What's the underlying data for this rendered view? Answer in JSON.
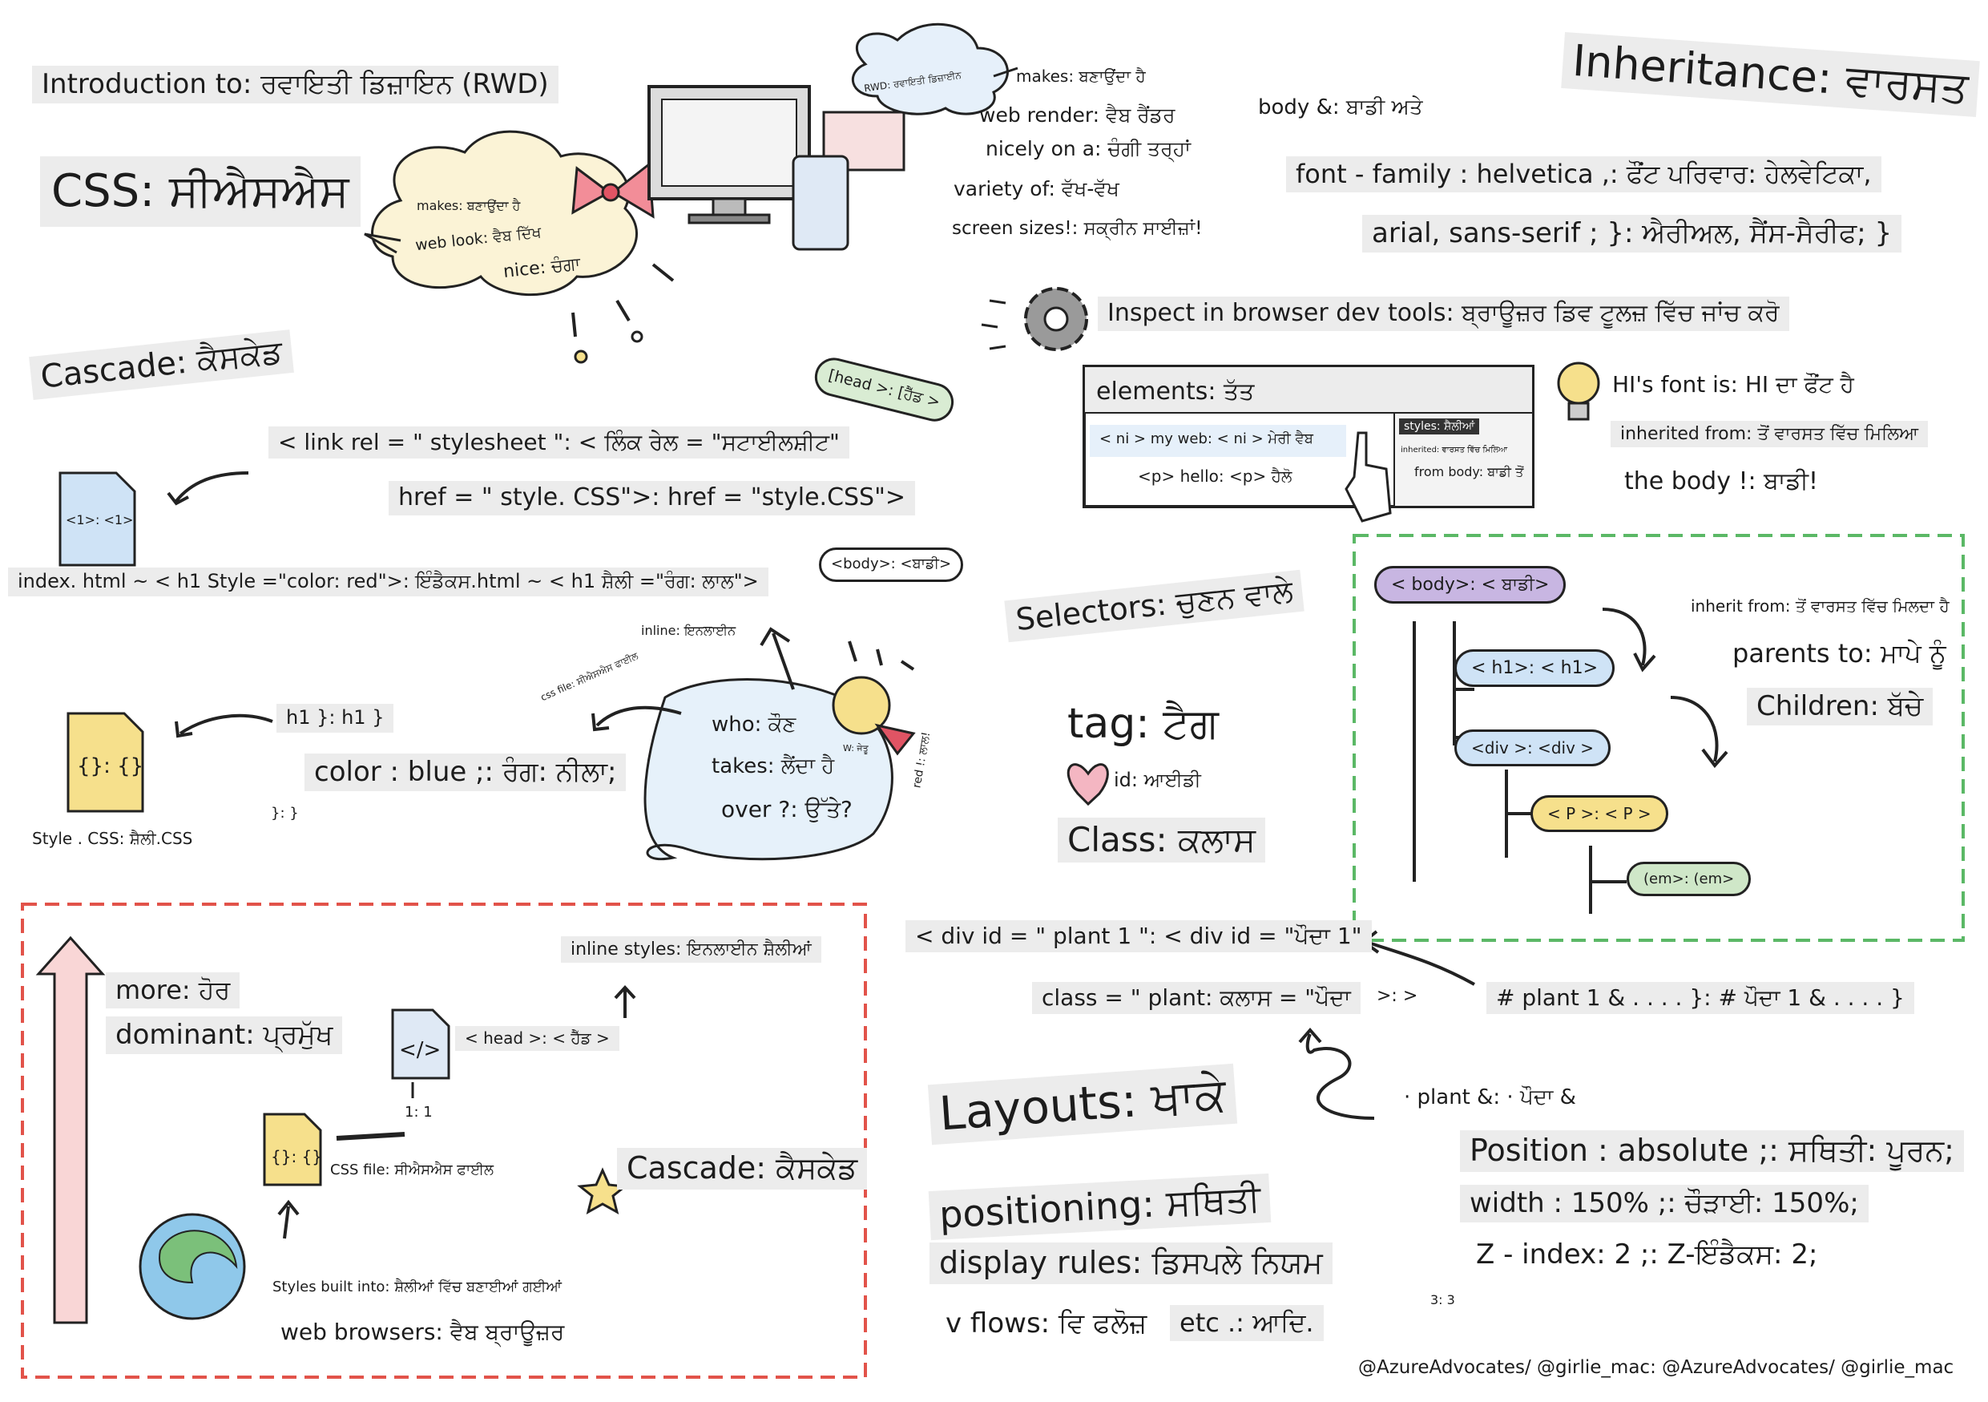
{
  "intro": {
    "title": "Introduction to: ਰਵਾਇਤੀ ਡਿਜ਼ਾਇਨ (RWD)"
  },
  "css_heading": "CSS: ਸੀਐਸਐਸ",
  "cloud_left": {
    "makes": "makes: ਬਣਾਉਂਦਾ ਹੈ",
    "web_look": "web look: ਵੈਬ ਦਿੱਖ",
    "nice": "nice: ਚੰਗਾ"
  },
  "cloud_right": {
    "rwd": "RWD: ਰਵਾਇਤੀ ਡਿਜ਼ਾਈਨ"
  },
  "rwd_notes": {
    "makes": "makes: ਬਣਾਉਂਦਾ ਹੈ",
    "web_render": "web render: ਵੈਬ ਰੈਂਡਰ",
    "nicely": "nicely on a: ਚੰਗੀ ਤਰ੍ਹਾਂ",
    "variety": "variety of: ਵੱਖ-ਵੱਖ",
    "screens": "screen sizes!: ਸਕ੍ਰੀਨ ਸਾਈਜ਼ਾਂ!"
  },
  "cascade": {
    "title": "Cascade: ਕੈਸਕੇਡ",
    "head_bubble": "[head >: [ਹੈੱਡ >",
    "link_rel": "< link rel = \" stylesheet \": < ਲਿੰਕ ਰੇਲ = \"ਸਟਾਈਲਸ਼ੀਟ\"",
    "href": "href = \" style. CSS\">: href = \"style.CSS\">",
    "file_h1": "<1>: <1>",
    "index_line": "index. html ~ < h1 Style =\"color: red\">: ਇੰਡੈਕਸ.html ~ < h1 ਸ਼ੈਲੀ =\"ਰੰਗ: ਲਾਲ\">",
    "body_bubble": "<body>: <ਬਾਡੀ>",
    "inline": "inline: ਇਨਲਾਈਨ",
    "css_file_small": "css file: ਸੀਐਸਐਸ ਫਾਈਲ",
    "file_css": "{}: {}",
    "style_css": "Style . CSS: ਸ਼ੈਲੀ.CSS",
    "h1_rule": "h1 }: h1 }",
    "color_rule": "color : blue ;: ਰੰਗ: ਨੀਲਾ;",
    "close_rule": "}: }",
    "who": "who: ਕੌਣ",
    "takes": "takes: ਲੈਂਦਾ ਹੈ",
    "over": "over ?: ਉੱਤੇ?",
    "winner": "W: ਜੇਤੂ",
    "red": "red !: ਲਾਲ!"
  },
  "dominance": {
    "more": "more: ਹੋਰ",
    "dominant": "dominant: ਪ੍ਰਮੁੱਖ",
    "inline_styles": "inline styles: ਇਨਲਾਈਨ ਸ਼ੈਲੀਆਂ",
    "head_tag": "< head >: < ਹੈੱਡ >",
    "html_icon": "</>",
    "ratio": "1: 1",
    "file_css": "{}: {}",
    "css_file": "CSS file: ਸੀਐਸਐਸ ਫਾਈਲ",
    "cascade": "Cascade: ਕੈਸਕੇਡ",
    "built_into": "Styles built into: ਸ਼ੈਲੀਆਂ ਵਿੱਚ ਬਣਾਈਆਂ ਗਈਆਂ",
    "browsers": "web browsers: ਵੈਬ ਬ੍ਰਾਊਜ਼ਰ"
  },
  "inheritance": {
    "title": "Inheritance: ਵਾਰਸਤ",
    "body": "body &: ਬਾਡੀ ਅਤੇ",
    "font_family": "font - family : helvetica ,: ਫੌਂਟ ਪਰਿਵਾਰ: ਹੇਲਵੇਟਿਕਾ,",
    "arial": "arial, sans-serif ; }: ਐਰੀਅਲ, ਸੈਂਸ-ਸੈਰੀਫ; }",
    "inspect": "Inspect in browser dev tools: ਬ੍ਰਾਊਜ਼ਰ ਡਿਵ ਟੂਲਜ਼ ਵਿੱਚ ਜਾਂਚ ਕਰੋ",
    "elements": "elements: ਤੱਤ",
    "ni_line": "< ni > my web: < ni > ਮੇਰੀ ਵੈਬ",
    "p_line": "<p> hello: <p> ਹੈਲੋ",
    "styles": "styles: ਸ਼ੈਲੀਆਂ",
    "inherited_small": "inherited: ਵਾਰਸਤ ਵਿੱਚ ਮਿਲਿਆ",
    "from_body": "from body: ਬਾਡੀ ਤੋਂ",
    "his_font": "HI's font is: HI ਦਾ ਫੌਂਟ ਹੈ",
    "inherited_from": "inherited from: ਤੋਂ ਵਾਰਸਤ ਵਿੱਚ ਮਿਲਿਆ",
    "the_body": "the body !: ਬਾਡੀ!"
  },
  "tree": {
    "body": "< body>: < ਬਾਡੀ>",
    "h1": "< h1>: < h1>",
    "div": "<div >: <div >",
    "p": "< P >: < P >",
    "em": "(em>: (em>",
    "inherit_from": "inherit from: ਤੋਂ ਵਾਰਸਤ ਵਿੱਚ ਮਿਲਦਾ ਹੈ",
    "parents": "parents to: ਮਾਪੇ ਨੂੰ",
    "children": "Children: ਬੱਚੇ"
  },
  "selectors": {
    "title": "Selectors: ਚੁਣਨ ਵਾਲੇ",
    "tag": "tag: ਟੈਗ",
    "id": "id: ਆਈਡੀ",
    "class": "Class: ਕਲਾਸ",
    "div_id": "< div id = \" plant 1 \": < div id = \"ਪੌਦਾ 1\"",
    "class_plant": "class = \" plant: ਕਲਾਸ = \"ਪੌਦਾ",
    "gt": ">: >",
    "plant_rule": "# plant 1 & . . . . }: # ਪੌਦਾ 1 & . . . . }"
  },
  "layouts": {
    "title": "Layouts: ਖਾਕੇ",
    "positioning": "positioning: ਸਥਿਤੀ",
    "display": "display rules: ਡਿਸਪਲੇ ਨਿਯਮ",
    "flows": "v flows: ਵਿ ਫਲੋਜ਼",
    "etc": "etc .: ਆਦਿ.",
    "plant_amp": "· plant &: · ਪੌਦਾ &",
    "position": "Position : absolute ;: ਸਥਿਤੀ: ਪੂਰਨ;",
    "width": "width : 150% ;: ਚੌੜਾਈ: 150%;",
    "zindex": "Z - index: 2 ;: Z-ਇੰਡੈਕਸ: 2;",
    "ratio": "3: 3"
  },
  "credit": "@AzureAdvocates/ @girlie_mac: @AzureAdvocates/ @girlie_mac",
  "colors": {
    "red_dash": "#e2534a",
    "green_dash": "#5bb866",
    "purple": "#c8b6e2",
    "blue": "#cfe3f6",
    "yellow": "#f6e08c",
    "green": "#cfe7c8"
  }
}
